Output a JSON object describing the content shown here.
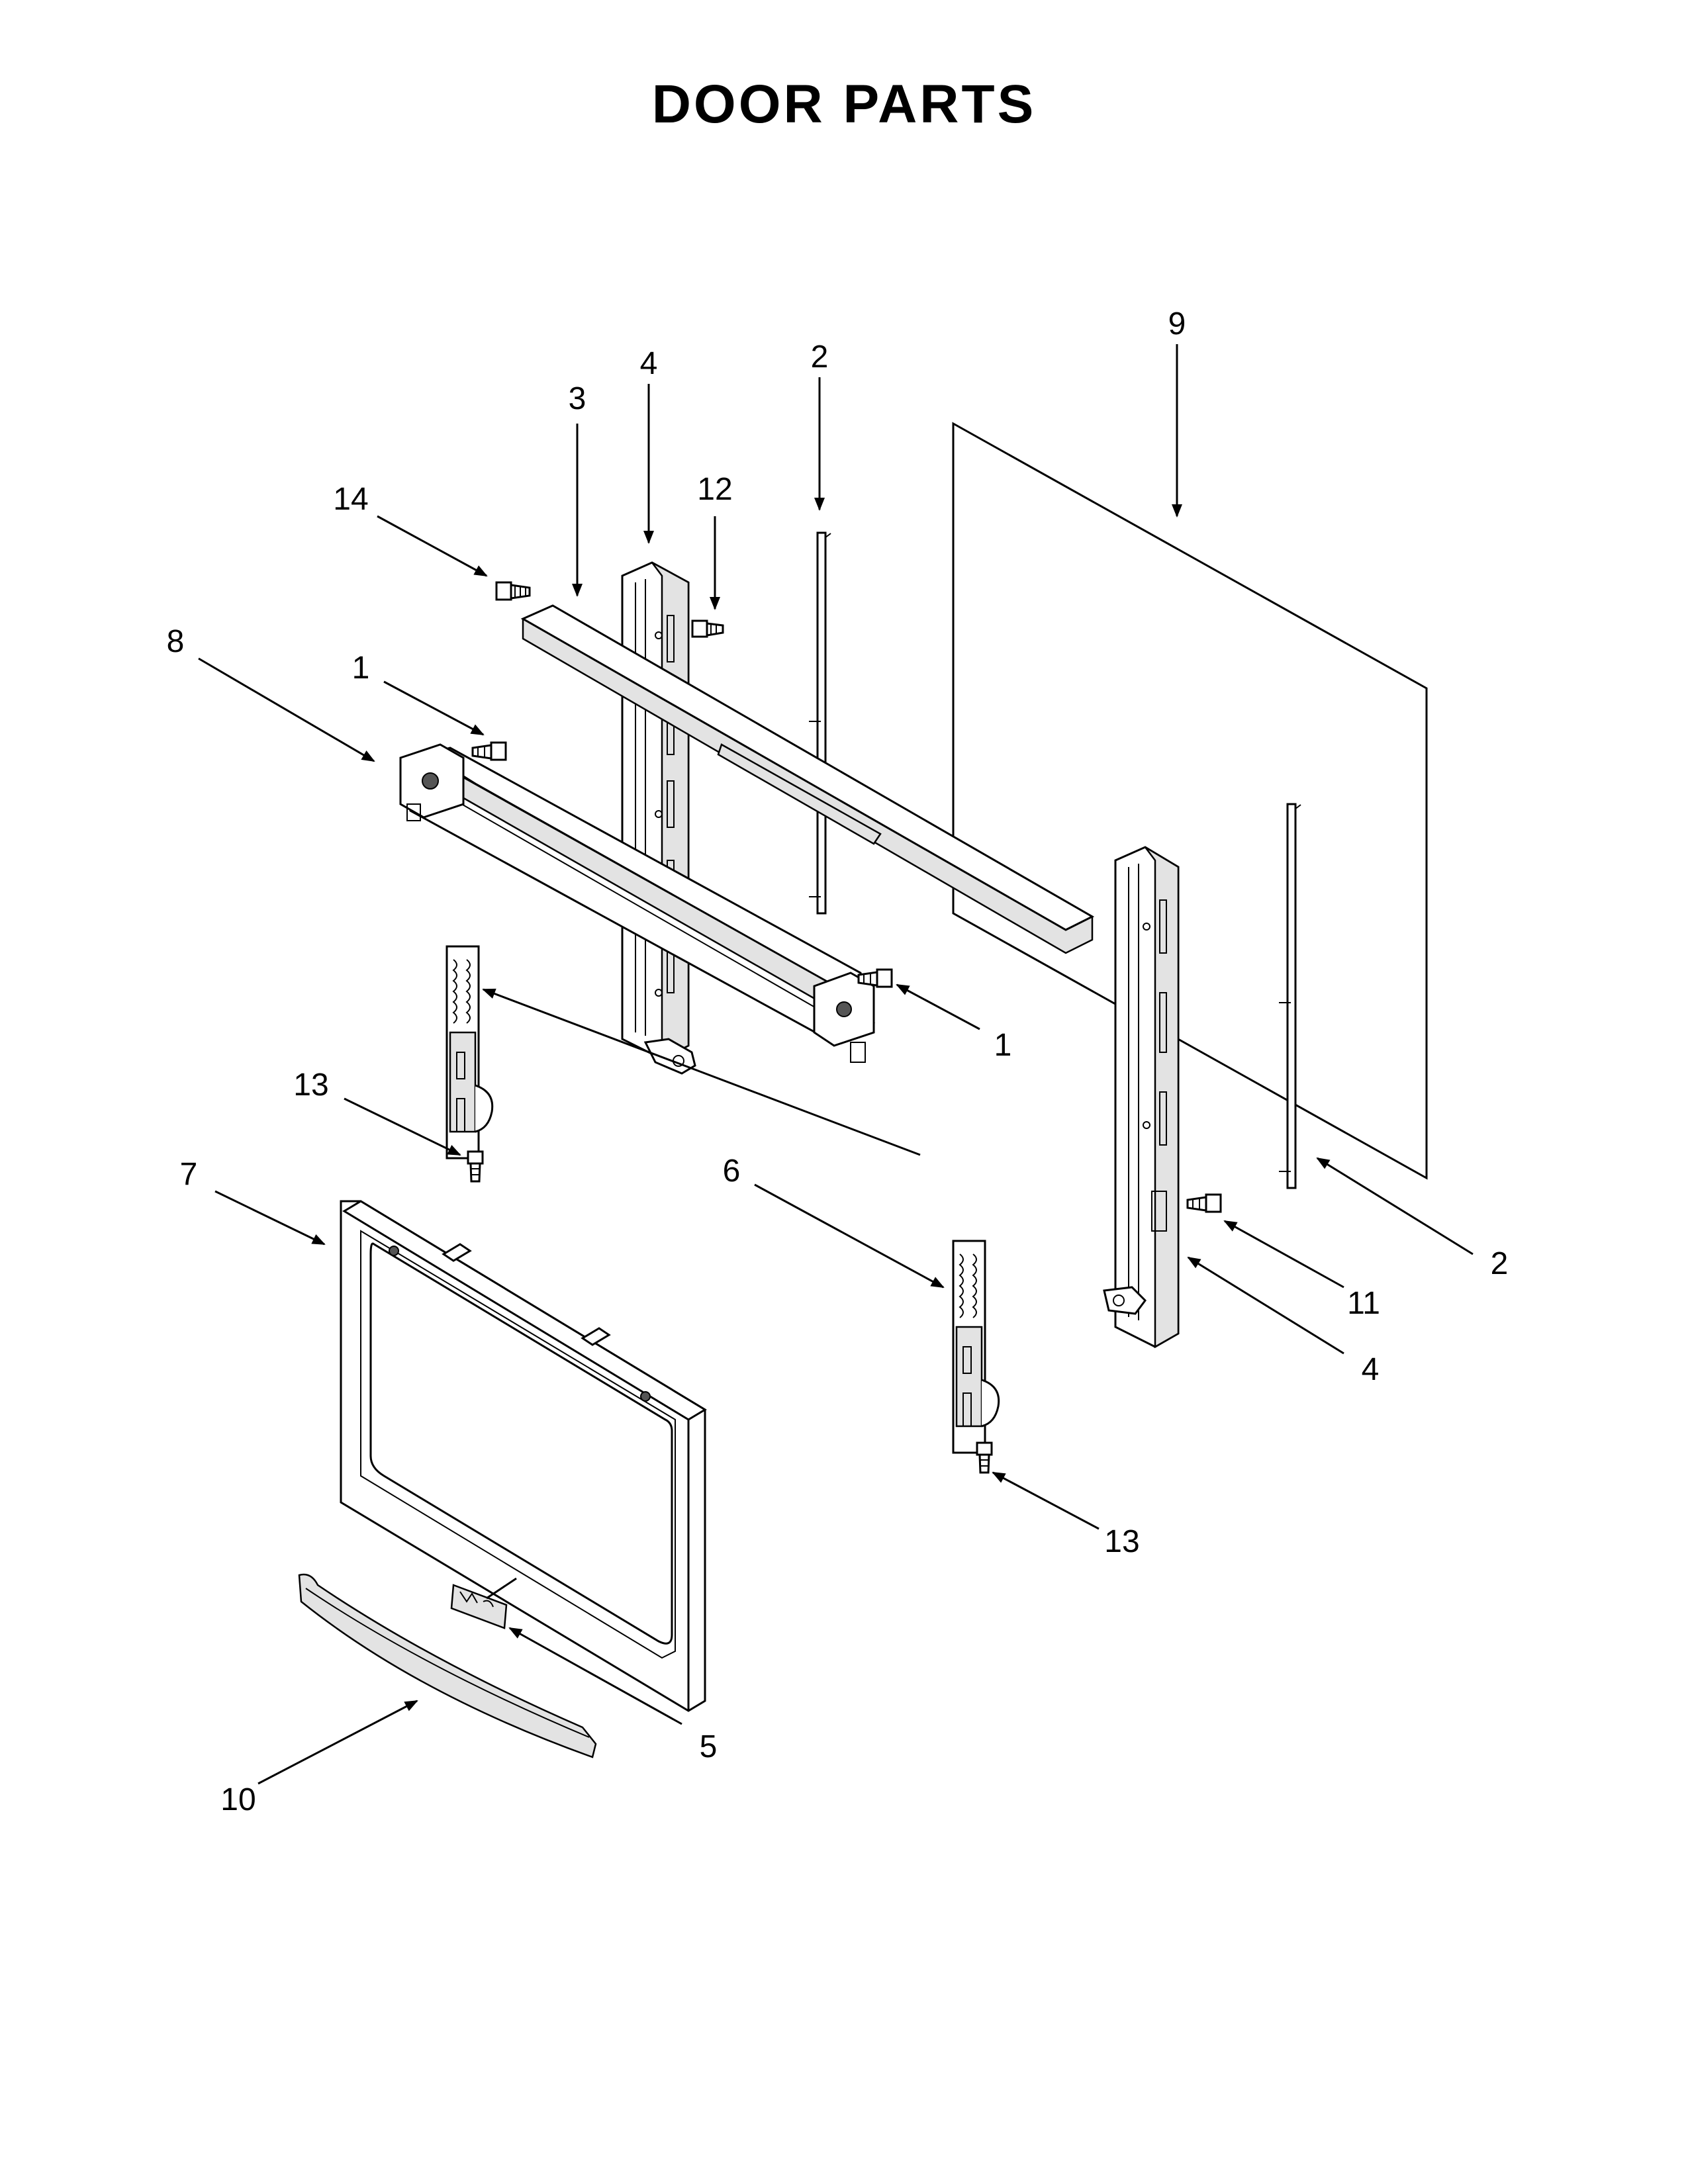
{
  "title": "DOOR PARTS",
  "callouts": [
    {
      "id": "c1a",
      "label": "1"
    },
    {
      "id": "c1b",
      "label": "1"
    },
    {
      "id": "c2a",
      "label": "2"
    },
    {
      "id": "c2b",
      "label": "2"
    },
    {
      "id": "c3",
      "label": "3"
    },
    {
      "id": "c4a",
      "label": "4"
    },
    {
      "id": "c4b",
      "label": "4"
    },
    {
      "id": "c5",
      "label": "5"
    },
    {
      "id": "c6",
      "label": "6"
    },
    {
      "id": "c7",
      "label": "7"
    },
    {
      "id": "c8",
      "label": "8"
    },
    {
      "id": "c9",
      "label": "9"
    },
    {
      "id": "c10",
      "label": "10"
    },
    {
      "id": "c11",
      "label": "11"
    },
    {
      "id": "c12",
      "label": "12"
    },
    {
      "id": "c13a",
      "label": "13"
    },
    {
      "id": "c13b",
      "label": "13"
    },
    {
      "id": "c14",
      "label": "14"
    }
  ],
  "colors": {
    "ink": "#000000",
    "background": "#ffffff",
    "shade": "#e3e3e3"
  }
}
